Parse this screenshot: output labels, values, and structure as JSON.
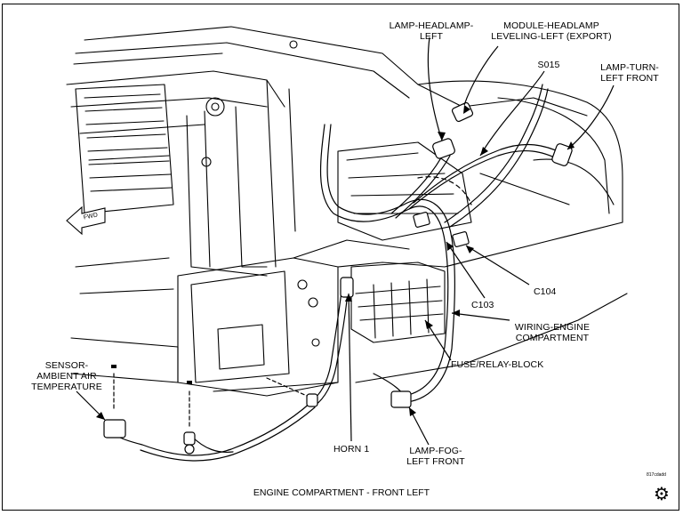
{
  "figure": {
    "caption": "ENGINE COMPARTMENT - FRONT LEFT",
    "code": "817cdadd",
    "direction_tag": "FWD",
    "badge_icon": "gear-icon"
  },
  "labels": {
    "lamp_headlamp_left": "LAMP-HEADLAMP-\nLEFT",
    "module_headlamp_leveling": "MODULE-HEADLAMP\nLEVELING-LEFT (EXPORT)",
    "s015": "S015",
    "lamp_turn_left_front": "LAMP-TURN-\nLEFT FRONT",
    "sensor_ambient_air_temp": "SENSOR-\nAMBIENT AIR\nTEMPERATURE",
    "c103": "C103",
    "c104": "C104",
    "wiring_engine_compartment": "WIRING-ENGINE\nCOMPARTMENT",
    "fuse_relay_block": "FUSE/RELAY-BLOCK",
    "horn_1": "HORN 1",
    "lamp_fog_left_front": "LAMP-FOG-\nLEFT FRONT"
  }
}
